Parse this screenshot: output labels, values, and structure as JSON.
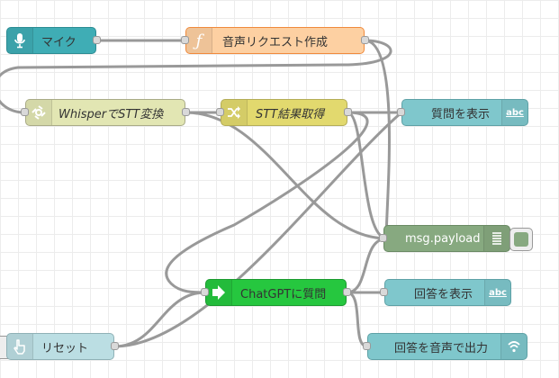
{
  "colors": {
    "canvas_bg": "#ffffff",
    "grid": "#ececec",
    "wire": "#999999",
    "mic_node": "#3fadb5",
    "function_node": "#fdd0a2",
    "function_node_border": "#f08a3c",
    "whisper_node": "#e2e6b3",
    "change_node": "#e2d96e",
    "text_node": "#7fc7cc",
    "debug_node": "#87a980",
    "chatgpt_node": "#26c73f",
    "reset_node": "#bbdee3",
    "speech_node": "#7fc7cc"
  },
  "nodes": {
    "mic": {
      "label": "マイク",
      "icon": "microphone-icon"
    },
    "create_request": {
      "label": "音声リクエスト作成",
      "icon": "function-icon"
    },
    "whisper": {
      "label": "WhisperでSTT変換",
      "icon": "openai-icon"
    },
    "stt_result": {
      "label": "STT結果取得",
      "icon": "shuffle-icon"
    },
    "show_question": {
      "label": "質問を表示",
      "icon": "abc-icon",
      "icon_text": "abc"
    },
    "debug": {
      "label": "msg.payload",
      "icon": "list-icon"
    },
    "chatgpt": {
      "label": "ChatGPTに質問",
      "icon": "arrow-right-icon"
    },
    "show_answer": {
      "label": "回答を表示",
      "icon": "abc-icon",
      "icon_text": "abc"
    },
    "speak_answer": {
      "label": "回答を音声で出力",
      "icon": "speaker-icon"
    },
    "reset": {
      "label": "リセット",
      "icon": "hand-pointer-icon"
    }
  }
}
